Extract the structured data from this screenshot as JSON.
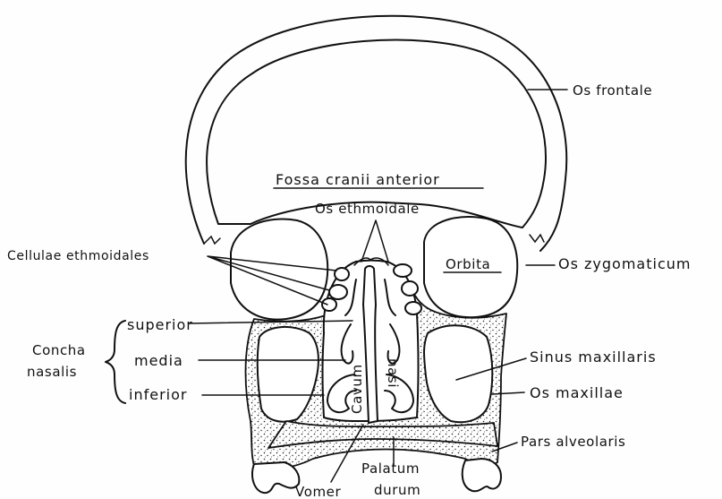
{
  "labels": {
    "os_frontale": "Os frontale",
    "fossa": "Fossa cranii anterior",
    "os_ethmoidale": "Os ethmoidale",
    "cellulae": "Cellulae ethmoidales",
    "orbita": "Orbita",
    "os_zygomaticum": "Os zygomaticum",
    "concha_1": "Concha",
    "concha_2": "nasalis",
    "superior": "superior",
    "media": "media",
    "inferior": "inferior",
    "sinus": "Sinus maxillaris",
    "os_maxillae": "Os maxillae",
    "cavum": "Cavum",
    "nasi": "nasi",
    "pars": "Pars alveolaris",
    "vomer": "Vomer",
    "palatum_1": "Palatum",
    "palatum_2": "durum"
  },
  "colors": {
    "ink": "#111111",
    "paper": "#fefefe"
  }
}
